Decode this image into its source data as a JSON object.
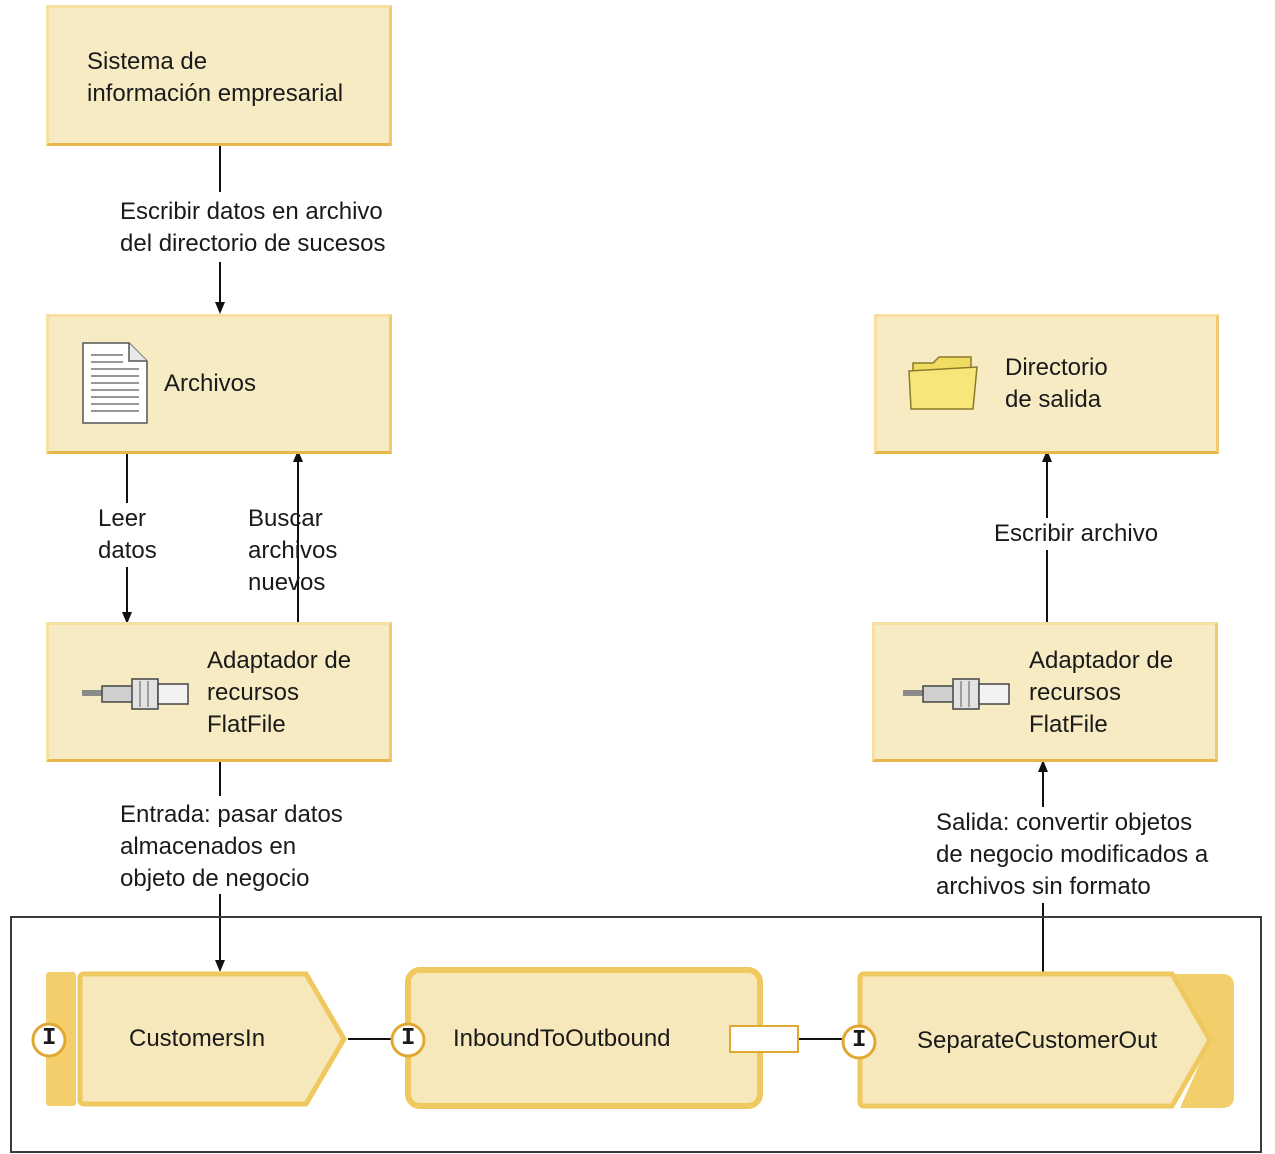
{
  "nodes": {
    "eis": "Sistema de\ninformación empresarial",
    "files": "Archivos",
    "adapter_in": "Adaptador de\nrecursos\nFlatFile",
    "output_dir": "Directorio\nde salida",
    "adapter_out": "Adaptador de\nrecursos\nFlatFile"
  },
  "edges": {
    "write_event_dir": "Escribir datos en archivo\ndel directorio de sucesos",
    "read_data": "Leer\ndatos",
    "poll_new_files": "Buscar\narchivos\nnuevos",
    "write_file": "Escribir archivo",
    "inbound": "Entrada: pasar datos\nalmacenados en\nobjeto de negocio",
    "outbound": "Salida: convertir objetos\nde negocio modificados a\narchivos sin formato"
  },
  "components": {
    "export": "CustomersIn",
    "mediation": "InboundToOutbound",
    "import": "SeparateCustomerOut",
    "interface_glyph": "I"
  },
  "icons": [
    "document-icon",
    "folder-icon",
    "plug-connector-icon",
    "interface-icon"
  ],
  "colors": {
    "box_fill": "#f7ebc4",
    "box_border": "#e6b84a",
    "component_fill": "#f7e8bc",
    "component_border": "#f0c860",
    "folder": "#f4e070"
  }
}
